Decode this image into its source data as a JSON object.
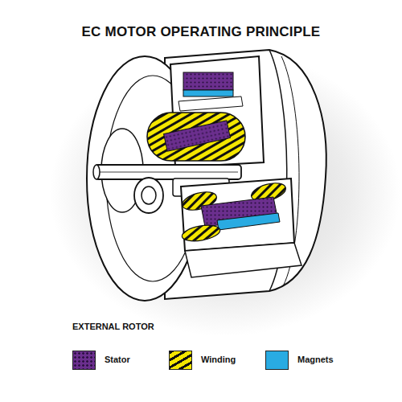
{
  "diagram": {
    "title": "EC MOTOR OPERATING PRINCIPLE",
    "labels": [
      "EXTERNAL ROTOR"
    ],
    "legend": [
      {
        "text": "Stator",
        "color": "#6b2f8e"
      },
      {
        "text": "Winding",
        "color": "#f4e600"
      },
      {
        "text": "Magnets",
        "color": "#29abe2"
      }
    ]
  }
}
